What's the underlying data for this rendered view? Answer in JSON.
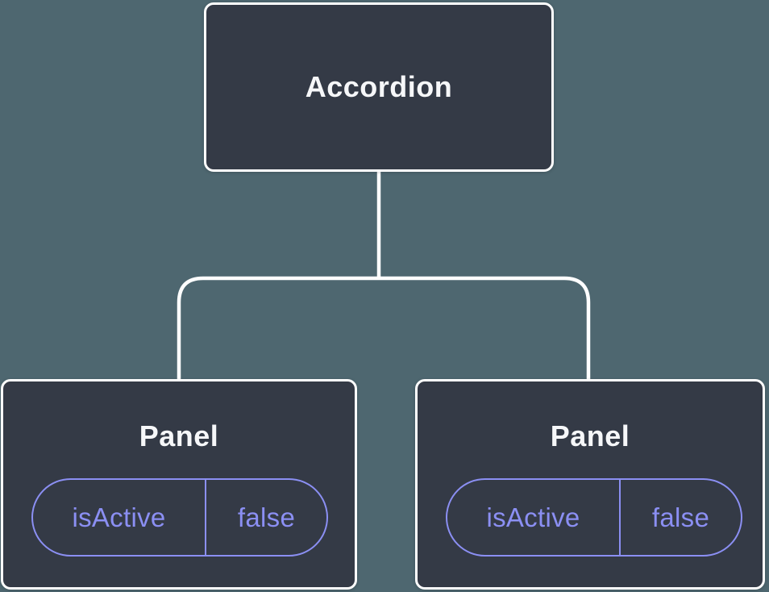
{
  "colors": {
    "background": "#4E6770",
    "node_fill": "#343A46",
    "node_border": "#FFFFFF",
    "connector_line": "#FFFFFF",
    "accent_purple": "#8B8FF3",
    "label_text": "#F6F7F9"
  },
  "diagram": {
    "type": "component-tree",
    "root": {
      "label": "Accordion"
    },
    "children": [
      {
        "label": "Panel",
        "state": {
          "key": "isActive",
          "value": "false"
        }
      },
      {
        "label": "Panel",
        "state": {
          "key": "isActive",
          "value": "false"
        }
      }
    ]
  }
}
